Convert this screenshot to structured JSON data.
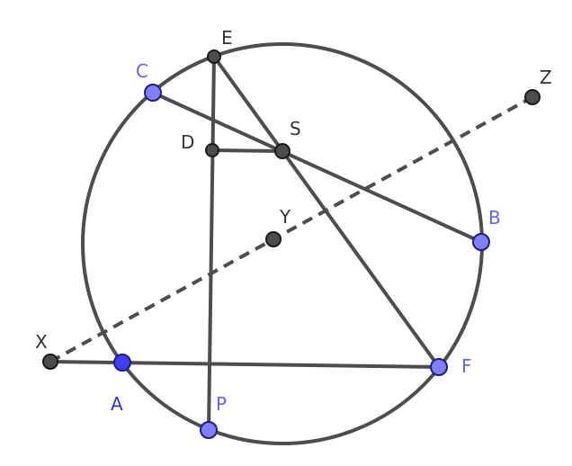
{
  "points": {
    "E": {
      "label": "E",
      "color": "#333333"
    },
    "C": {
      "label": "C",
      "color": "#6666ee"
    },
    "D": {
      "label": "D",
      "color": "#333333"
    },
    "S": {
      "label": "S",
      "color": "#333333"
    },
    "Y": {
      "label": "Y",
      "color": "#333333"
    },
    "Z": {
      "label": "Z",
      "color": "#333333"
    },
    "B": {
      "label": "B",
      "color": "#6666ee"
    },
    "X": {
      "label": "X",
      "color": "#333333"
    },
    "A": {
      "label": "A",
      "color": "#3333cc"
    },
    "P": {
      "label": "P",
      "color": "#6666ee"
    },
    "F": {
      "label": "F",
      "color": "#6666ee"
    }
  }
}
